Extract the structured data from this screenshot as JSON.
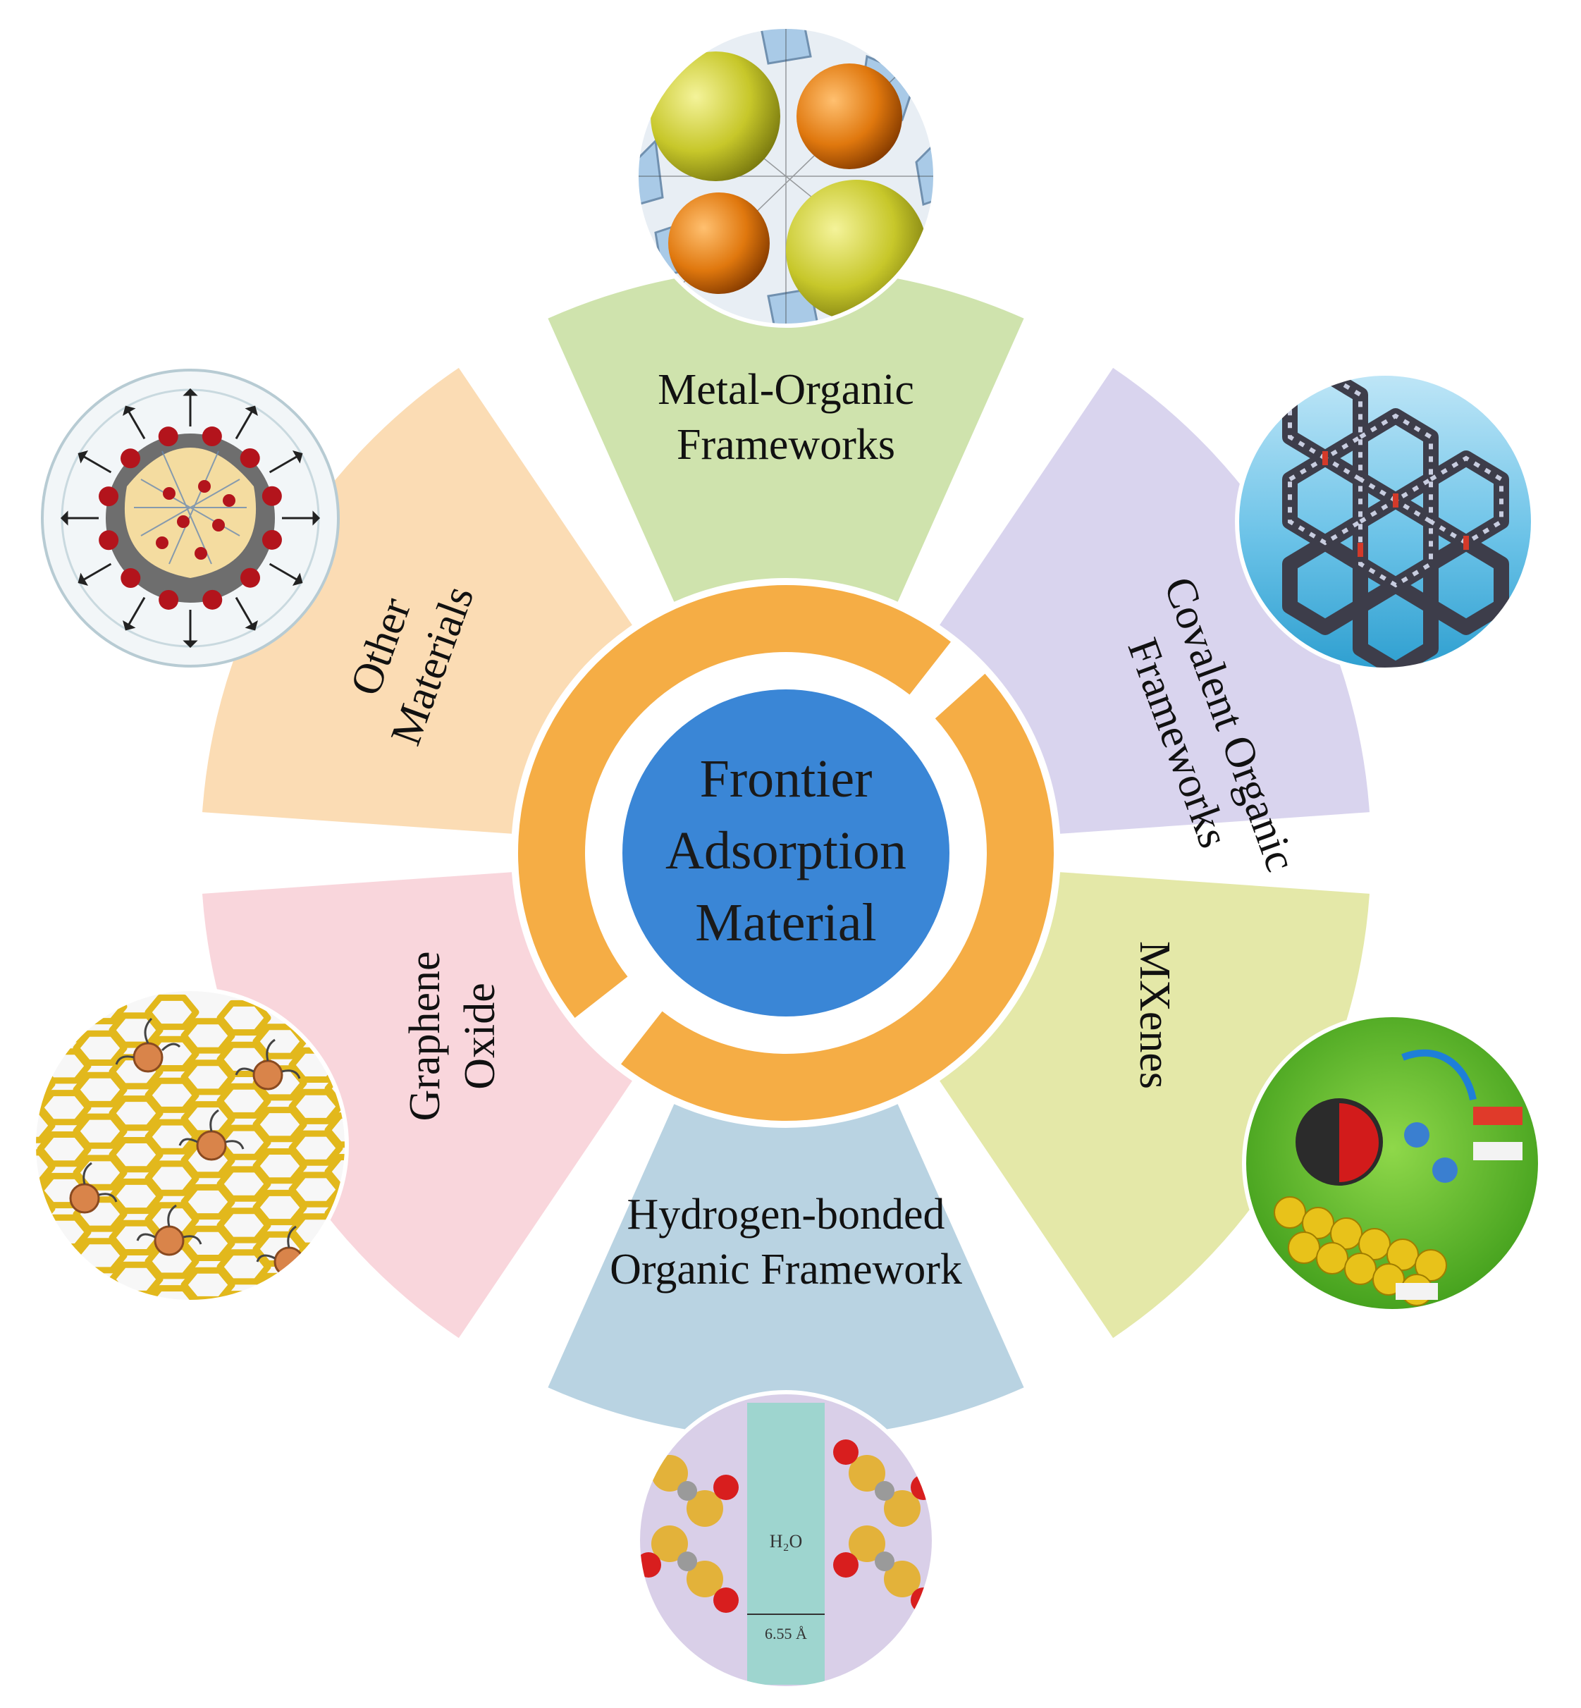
{
  "center": {
    "lines": [
      "Frontier",
      "Adsorption",
      "Material"
    ],
    "fill": "#3a86d6",
    "ring_fill": "#f5ad45"
  },
  "sectors": [
    {
      "id": "mof",
      "lines": [
        "Metal-Organic",
        "Frameworks"
      ],
      "fill": "#cfe3ad",
      "icon": "mof-crystal-structure-icon"
    },
    {
      "id": "cof",
      "lines": [
        "Covalent Organic",
        "Frameworks"
      ],
      "fill": "#d9d4ee",
      "icon": "cof-honeycomb-structure-icon"
    },
    {
      "id": "mxenes",
      "lines": [
        "MXenes"
      ],
      "fill": "#e4e8a8",
      "icon": "mxene-reaction-scheme-icon"
    },
    {
      "id": "hof",
      "lines": [
        "Hydrogen-bonded",
        "Organic Framework"
      ],
      "fill": "#b9d3e2",
      "icon": "hof-molecular-packing-icon"
    },
    {
      "id": "go",
      "lines": [
        "Graphene",
        "Oxide"
      ],
      "fill": "#f9d6dc",
      "icon": "graphene-oxide-sheet-icon"
    },
    {
      "id": "other",
      "lines": [
        "Other",
        "Materials"
      ],
      "fill": "#fbdcb4",
      "icon": "nanoparticle-release-icon"
    }
  ],
  "image_texts": {
    "hof_molecule": "H₂O",
    "hof_distance": "6.55 Å"
  }
}
